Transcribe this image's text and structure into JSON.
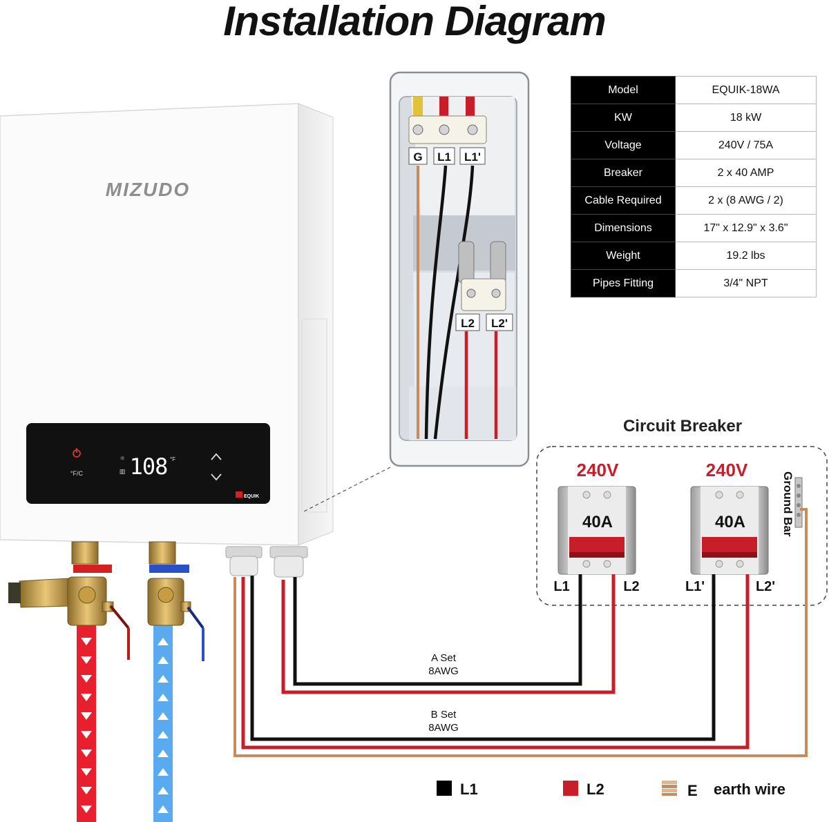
{
  "title": "Installation Diagram",
  "brand": "MIZUDO",
  "display": {
    "temperature": "108",
    "unit_toggle": "°F/C",
    "unit": "°F",
    "logo_text": "EQUIK"
  },
  "specs": [
    {
      "label": "Model",
      "value": "EQUIK-18WA"
    },
    {
      "label": "KW",
      "value": "18 kW"
    },
    {
      "label": "Voltage",
      "value": "240V / 75A"
    },
    {
      "label": "Breaker",
      "value": "2 x 40 AMP"
    },
    {
      "label": "Cable Required",
      "value": "2 x (8 AWG / 2)"
    },
    {
      "label": "Dimensions",
      "value": "17\" x 12.9\" x 3.6\""
    },
    {
      "label": "Weight",
      "value": "19.2 lbs"
    },
    {
      "label": "Pipes Fitting",
      "value": "3/4\" NPT"
    }
  ],
  "terminals": {
    "g": "G",
    "l1": "L1",
    "l1p": "L1'",
    "l2": "L2",
    "l2p": "L2'"
  },
  "circuit": {
    "title": "Circuit Breaker",
    "breaker1": {
      "voltage": "240V",
      "amps": "40A",
      "left": "L1",
      "right": "L2"
    },
    "breaker2": {
      "voltage": "240V",
      "amps": "40A",
      "left": "L1'",
      "right": "L2'"
    },
    "ground_bar": "Ground Bar"
  },
  "cables": {
    "a_set": "A Set",
    "a_gauge": "8AWG",
    "b_set": "B Set",
    "b_gauge": "8AWG"
  },
  "legend": [
    {
      "label": "L1",
      "color": "#000000"
    },
    {
      "label": "L2",
      "color": "#c81e2a"
    },
    {
      "symbol": "E",
      "label": "earth wire",
      "color": "#c98a5c"
    }
  ],
  "colors": {
    "hot_water": "#e8202e",
    "cold_water": "#5aaaf0",
    "wire_red": "#c81e2a",
    "wire_black": "#111111",
    "earth": "#c98a5c"
  }
}
